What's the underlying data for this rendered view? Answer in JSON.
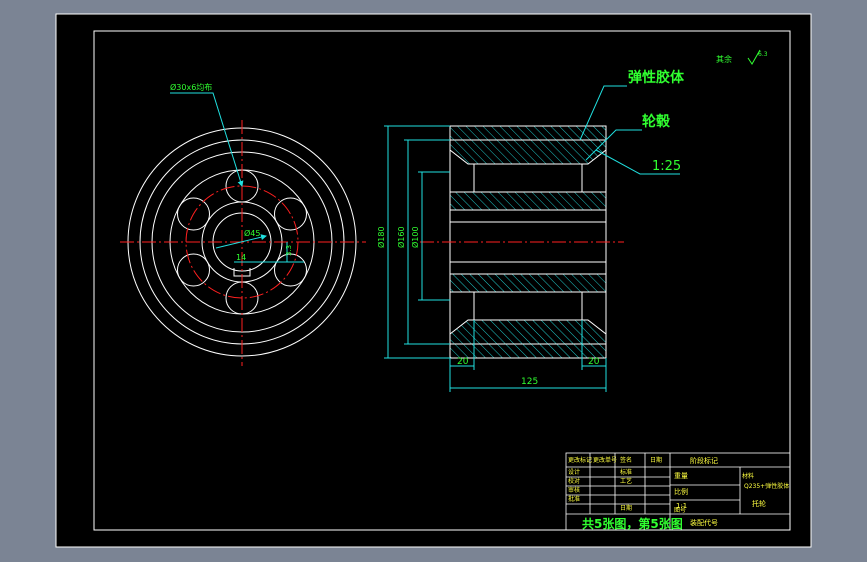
{
  "colors": {
    "background": "#7b8494",
    "sheet": "#000000",
    "outline": "#ffffff",
    "centerline": "#ff2020",
    "dimension": "#20e0e0",
    "hatch": "#20c8c8",
    "annotation_text": "#30ff30",
    "table_text": "#ffff40"
  },
  "top_view": {
    "hole_label": "Ø30x6均布",
    "bore_label": "Ø45",
    "keyway_width": "14",
    "keyway_depth": "3.3"
  },
  "section_view": {
    "callout_rubber": "弹性胶体",
    "callout_hub": "轮毂",
    "taper_ratio": "1:25",
    "dia_outer": "Ø180",
    "dia_mid": "Ø160",
    "dia_inner": "Ø100",
    "width_left": "20",
    "width_right": "20",
    "total_length": "125"
  },
  "roughness": {
    "note": "其余",
    "value": "6.3"
  },
  "title_block": {
    "header_cells": [
      "更改标记",
      "更改单号",
      "签名",
      "日期"
    ],
    "header_extra": "阶段标记",
    "rows": [
      {
        "label": "设计",
        "note": "标准"
      },
      {
        "label": "校对",
        "note": "工艺"
      },
      {
        "label": "审核",
        "note": ""
      },
      {
        "label": "批准",
        "note": "日期"
      }
    ],
    "info": {
      "weight_label": "重量",
      "scale_label": "比例",
      "scale_value": "1:1",
      "material_label": "材料",
      "material_value": "Q235+弹性胶体",
      "part_name": "托轮",
      "code_label": "图号",
      "code_value": "装配代号"
    },
    "sheet_count": "共5张图，第5张图"
  }
}
